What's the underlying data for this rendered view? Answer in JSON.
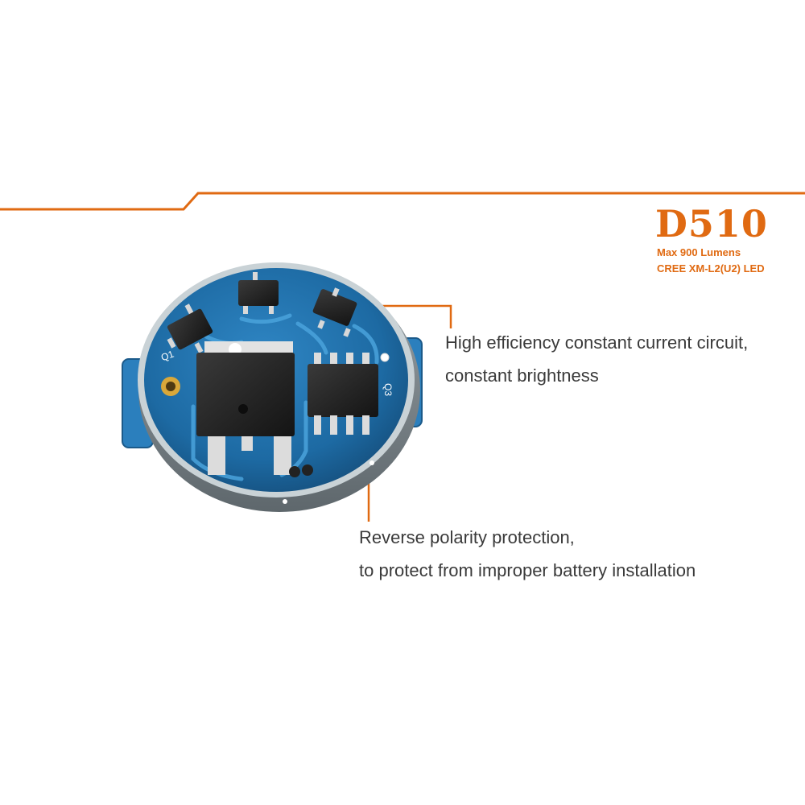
{
  "branding": {
    "model": "D510",
    "spec_lumens": "Max 900 Lumens",
    "spec_led": "CREE XM-L2(U2) LED"
  },
  "callouts": [
    {
      "line1": "High efficiency constant current circuit,",
      "line2": "constant brightness"
    },
    {
      "line1": "Reverse polarity protection,",
      "line2": "to protect from improper battery installation"
    }
  ],
  "board_labels": {
    "q1": "Q1",
    "q3": "Q3"
  },
  "colors": {
    "accent": "#e06a12",
    "pcb_blue": "#1e6fa8",
    "text": "#3a3a3a"
  }
}
